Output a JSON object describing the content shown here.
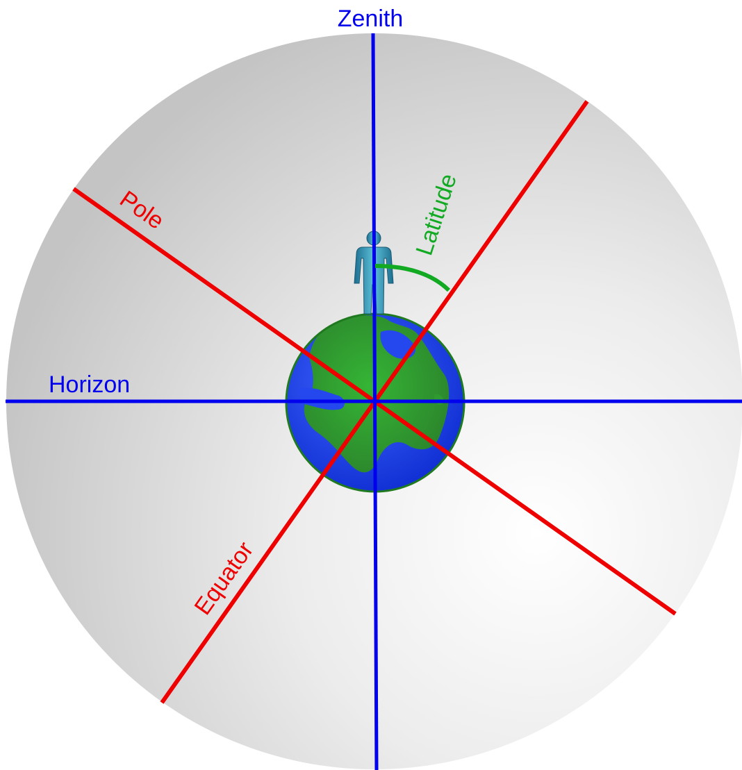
{
  "labels": {
    "zenith": "Zenith",
    "horizon": "Horizon",
    "pole": "Pole",
    "equator": "Equator",
    "latitude": "Latitude"
  },
  "colors": {
    "horizon_zenith_lines": "#0000ee",
    "pole_equator_lines": "#ee0000",
    "latitude_arc": "#11aa22",
    "celestial_sphere_light": "#ffffff",
    "celestial_sphere_dark": "#c4c4c4",
    "earth_ocean": "#1a3fe0",
    "earth_land": "#2f9a2f",
    "observer": "#2f8fa8"
  },
  "icons": {
    "observer": "person-icon",
    "earth": "earth-globe-icon"
  }
}
